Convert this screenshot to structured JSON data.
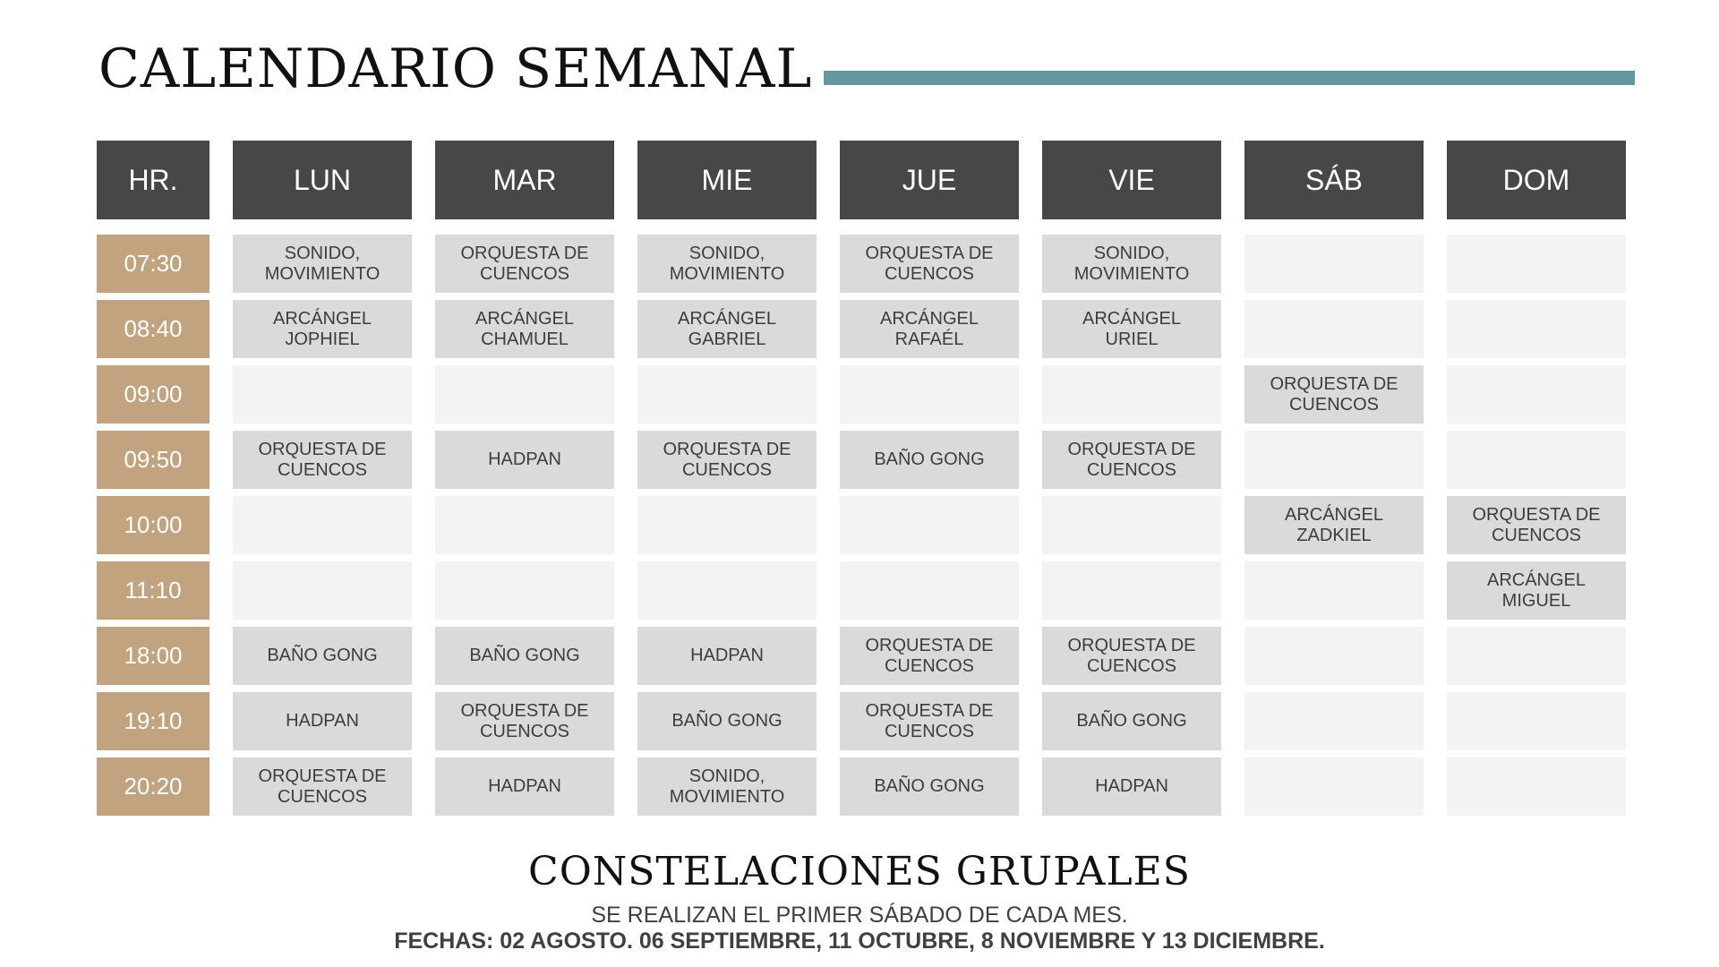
{
  "title": "CALENDARIO SEMANAL",
  "colors": {
    "accent_bar": "#64989f",
    "header_bg": "#474747",
    "time_bg": "#c2a37f",
    "filled_cell": "#dadada",
    "empty_cell": "#f3f3f3"
  },
  "headers": [
    "HR.",
    "LUN",
    "MAR",
    "MIE",
    "JUE",
    "VIE",
    "SÁB",
    "DOM"
  ],
  "rows": [
    {
      "time": "07:30",
      "cells": [
        "SONIDO,\nMOVIMIENTO",
        "ORQUESTA DE\nCUENCOS",
        "SONIDO,\nMOVIMIENTO",
        "ORQUESTA DE\nCUENCOS",
        "SONIDO,\nMOVIMIENTO",
        "",
        ""
      ]
    },
    {
      "time": "08:40",
      "cells": [
        "ARCÁNGEL\nJOPHIEL",
        "ARCÁNGEL\nCHAMUEL",
        "ARCÁNGEL\nGABRIEL",
        "ARCÁNGEL\nRAFAÉL",
        "ARCÁNGEL\nURIEL",
        "",
        ""
      ]
    },
    {
      "time": "09:00",
      "cells": [
        "",
        "",
        "",
        "",
        "",
        "ORQUESTA DE\nCUENCOS",
        ""
      ]
    },
    {
      "time": "09:50",
      "cells": [
        "ORQUESTA DE\nCUENCOS",
        "HADPAN",
        "ORQUESTA DE\nCUENCOS",
        "BAÑO GONG",
        "ORQUESTA DE\nCUENCOS",
        "",
        ""
      ]
    },
    {
      "time": "10:00",
      "cells": [
        "",
        "",
        "",
        "",
        "",
        "ARCÁNGEL\nZADKIEL",
        "ORQUESTA DE\nCUENCOS"
      ]
    },
    {
      "time": "11:10",
      "cells": [
        "",
        "",
        "",
        "",
        "",
        "",
        "ARCÁNGEL\nMIGUEL"
      ]
    },
    {
      "time": "18:00",
      "cells": [
        "BAÑO GONG",
        "BAÑO GONG",
        "HADPAN",
        "ORQUESTA DE\nCUENCOS",
        "ORQUESTA DE\nCUENCOS",
        "",
        ""
      ]
    },
    {
      "time": "19:10",
      "cells": [
        "HADPAN",
        "ORQUESTA DE\nCUENCOS",
        "BAÑO GONG",
        "ORQUESTA DE\nCUENCOS",
        "BAÑO GONG",
        "",
        ""
      ]
    },
    {
      "time": "20:20",
      "cells": [
        "ORQUESTA DE\nCUENCOS",
        "HADPAN",
        "SONIDO,\nMOVIMIENTO",
        "BAÑO GONG",
        "HADPAN",
        "",
        ""
      ]
    }
  ],
  "footer": {
    "title": "CONSTELACIONES GRUPALES",
    "subtitle": "SE REALIZAN EL PRIMER SÁBADO DE CADA MES.",
    "dates": "FECHAS: 02 AGOSTO. 06 SEPTIEMBRE, 11 OCTUBRE, 8 NOVIEMBRE Y 13 DICIEMBRE."
  }
}
